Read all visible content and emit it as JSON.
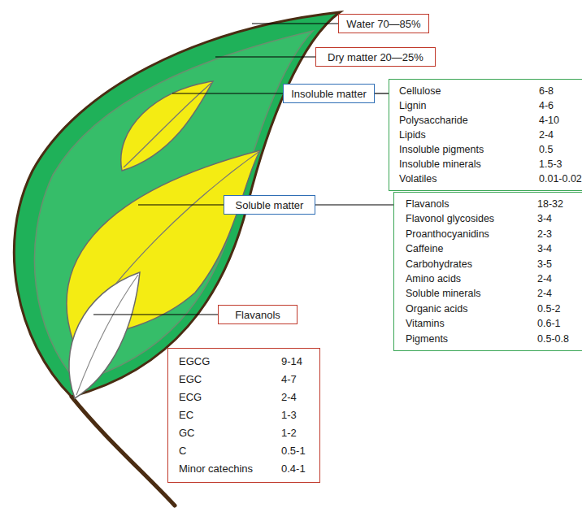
{
  "diagram": {
    "nodes": [
      {
        "text": [
          "Water 70—85%"
        ]
      },
      {
        "text": [
          "Dry matter 20—25%"
        ]
      },
      {
        "text": [
          "Insoluble matter"
        ]
      },
      {
        "text": [
          "Cellulose",
          "6-8",
          "Lignin",
          "4-6",
          "Polysaccharide",
          "4-10",
          "Lipids",
          "2-4",
          "Insoluble pigments",
          "0.5",
          "Insoluble minerals",
          "1.5-3",
          "Volatiles",
          "0.01-0.02"
        ]
      },
      {
        "text": [
          "Soluble matter"
        ]
      },
      {
        "text": [
          "Flavanols",
          "18-32",
          "Flavonol glycosides",
          "3-4",
          "Proanthocyanidins",
          "2-3",
          "Caffeine",
          "3-4",
          "Carbohydrates",
          "3-5",
          "Amino acids",
          "2-4",
          "Soluble minerals",
          "2-4",
          "Organic acids",
          "0.5-2",
          "Vitamins",
          "0.6-1",
          "Pigments",
          "0.5-0.8"
        ]
      },
      {
        "text": [
          "Flavanols"
        ]
      },
      {
        "text": [
          "EGCG",
          "9-14",
          "EGC",
          "4-7",
          "ECG",
          "2-4",
          "EC",
          "1-3",
          "GC",
          "1-2",
          "C",
          "0.5-1",
          "Minor catechins",
          "0.4-1"
        ]
      }
    ],
    "edges": [
      {
        "from": 2,
        "to": 3,
        "arrow": "none"
      },
      {
        "from": 4,
        "to": 5,
        "arrow": "none"
      }
    ]
  }
}
